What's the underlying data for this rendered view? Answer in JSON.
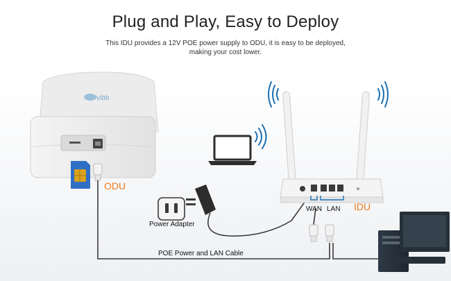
{
  "header": {
    "title": "Plug and Play, Easy to Deploy",
    "subtitle_line1": "This  IDU provides a 12V POE power supply to ODU, it is easy to be deployed,",
    "subtitle_line2": "making your cost lower."
  },
  "labels": {
    "odu": "ODU",
    "idu": "IDU",
    "wan": "WAN",
    "lan": "LAN",
    "power_adapter": "Power Adapter",
    "poe_cable": "POE Power and LAN Cable"
  },
  "colors": {
    "accent": "#f07a1d",
    "wifi_blue": "#1c6fb3",
    "sim_blue": "#2f6fc4",
    "sim_gold": "#d9a21b"
  }
}
